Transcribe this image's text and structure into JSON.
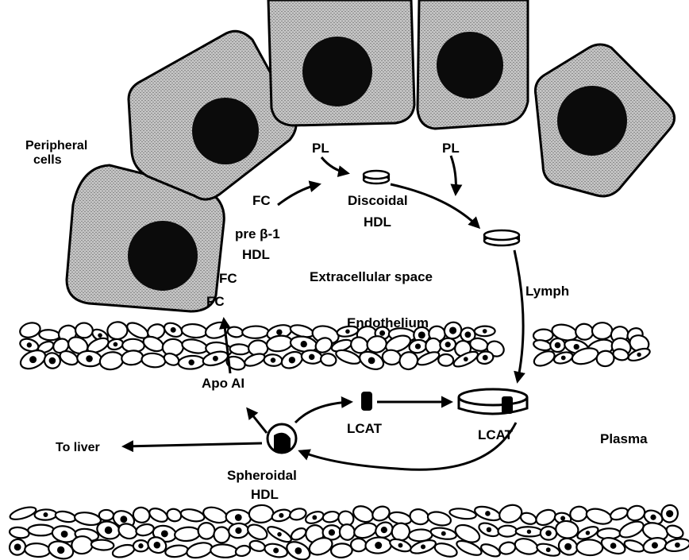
{
  "labels": {
    "peripheral_line1": "Peripheral",
    "peripheral_line2": "cells",
    "pl_left": "PL",
    "pl_right": "PL",
    "fc_top": "FC",
    "discoidal_line1": "Discoidal",
    "discoidal_line2": "HDL",
    "pre_beta_line1": "pre β-1",
    "pre_beta_line2": "HDL",
    "fc_mid": "FC",
    "fc_low": "FC",
    "extracellular": "Extracellular space",
    "lymph": "Lymph",
    "endothelium": "Endothelium",
    "apo_ai": "Apo AI",
    "lcat_mid": "LCAT",
    "lcat_right": "LCAT",
    "to_liver": "To liver",
    "plasma": "Plasma",
    "spheroidal_line1": "Spheroidal",
    "spheroidal_line2": "HDL"
  },
  "colors": {
    "cell_fill": "#bdbdbd",
    "nucleus": "#0b0b0b",
    "ink": "#000000",
    "background": "#ffffff"
  }
}
